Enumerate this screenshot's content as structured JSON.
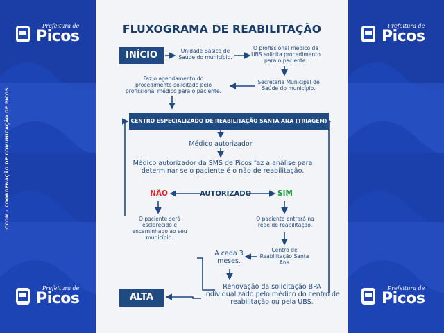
{
  "side": {
    "prefeitura": "Prefeitura de",
    "city": "Picos",
    "credit": "CCOM - COORDENAÇÃO DE COMUNICAÇÃO DE PICOS"
  },
  "flow": {
    "title": "FLUXOGRAMA DE REABILITAÇÃO",
    "inicio": "INÍCIO",
    "ubs": "Unidade Básica de Saúde do município.",
    "medico_ubs": "O profissional médico da UBS solicita procedimento para o paciente.",
    "secretaria": "Secretaria Municipal de Saúde do município.",
    "agendamento": "Faz o agendamento do procedimento solicitado pelo profissional médico para o paciente.",
    "centro": "CENTRO ESPECIALIZADO DE REABILITAÇÃO SANTA ANA (TRIAGEM)",
    "medico_autorizador": "Médico autorizador",
    "analise": "Médico autorizador da SMS de Picos faz a análise para determinar se o paciente é o não de reabilitação.",
    "nao": "NÃO",
    "autorizado": "AUTORIZADO",
    "sim": "SIM",
    "esclarecido": "O paciente será esclarecido e encaminhado ao seu município.",
    "rede": "O paciente entrará na rede de reabilitação.",
    "centro_reab": "Centro de Reabilitação Santa Ana",
    "cada3": "A cada 3 meses.",
    "renovacao": "Renovação da solicitação BPA individualizado pelo médico do centro de reabilitação ou pela UBS.",
    "alta": "ALTA"
  }
}
